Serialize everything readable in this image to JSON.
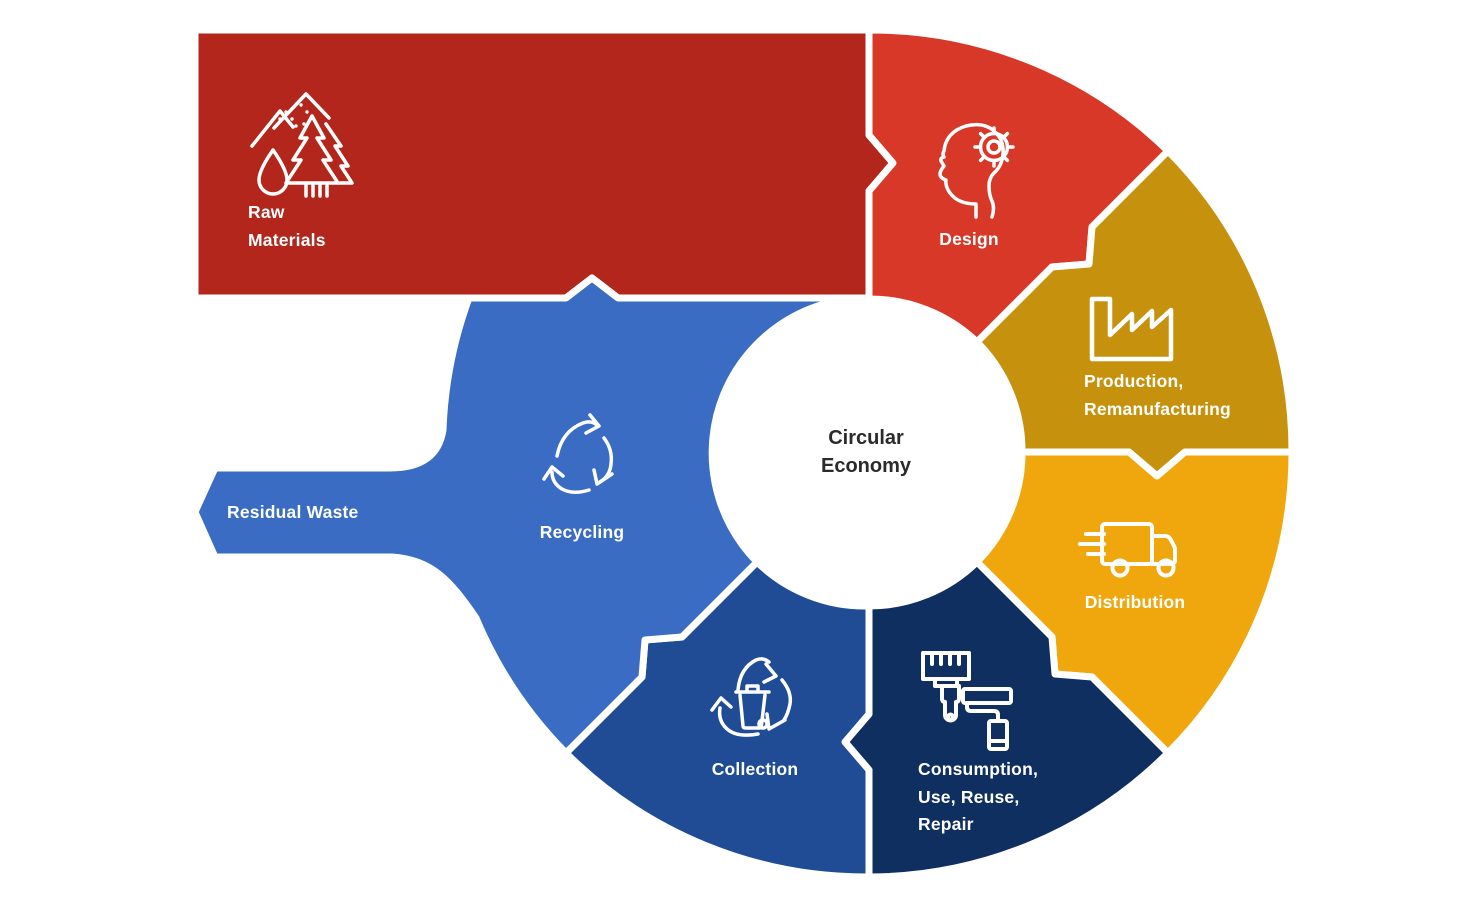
{
  "canvas": {
    "background": "#FFFFFF"
  },
  "center": {
    "label": "Circular\nEconomy",
    "text_color": "#2B2B2B"
  },
  "segments": [
    {
      "name": "raw-materials",
      "label": "Raw\nMaterials",
      "color": "#B2261B",
      "icon": "mountains-trees-waterdrop-icon"
    },
    {
      "name": "design",
      "label": "Design",
      "color": "#D83827",
      "icon": "head-with-gear-icon"
    },
    {
      "name": "production",
      "label": "Production,\nRemanufacturing",
      "color": "#C6920D",
      "icon": "factory-icon"
    },
    {
      "name": "distribution",
      "label": "Distribution",
      "color": "#F0A70E",
      "icon": "delivery-truck-icon"
    },
    {
      "name": "consumption",
      "label": "Consumption,\nUse, Reuse,\nRepair",
      "color": "#0F2F60",
      "icon": "paint-brush-roller-icon"
    },
    {
      "name": "collection",
      "label": "Collection",
      "color": "#1F4C94",
      "icon": "waste-bin-recycle-icon"
    },
    {
      "name": "recycling",
      "label": "Recycling",
      "color": "#3A6CC4",
      "icon": "recycle-arrows-icon"
    },
    {
      "name": "residual-waste",
      "label": "Residual Waste",
      "color": "#3A6CC4"
    }
  ]
}
